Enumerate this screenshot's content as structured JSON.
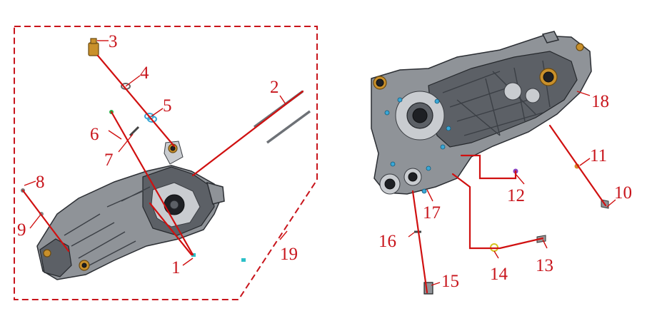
{
  "callouts": [
    "1",
    "2",
    "3",
    "4",
    "5",
    "6",
    "7",
    "8",
    "9",
    "10",
    "11",
    "12",
    "13",
    "14",
    "15",
    "16",
    "17",
    "18",
    "19"
  ],
  "colors": {
    "callout": "#c8141b",
    "leader": "#d01010",
    "casting": "#8f9398",
    "brass": "#c9902b",
    "bolt": "#3aa7d6"
  },
  "parts": {
    "left_assembly": "left-crankcase-assembly",
    "right_assembly": "right-crankcase-cover"
  }
}
